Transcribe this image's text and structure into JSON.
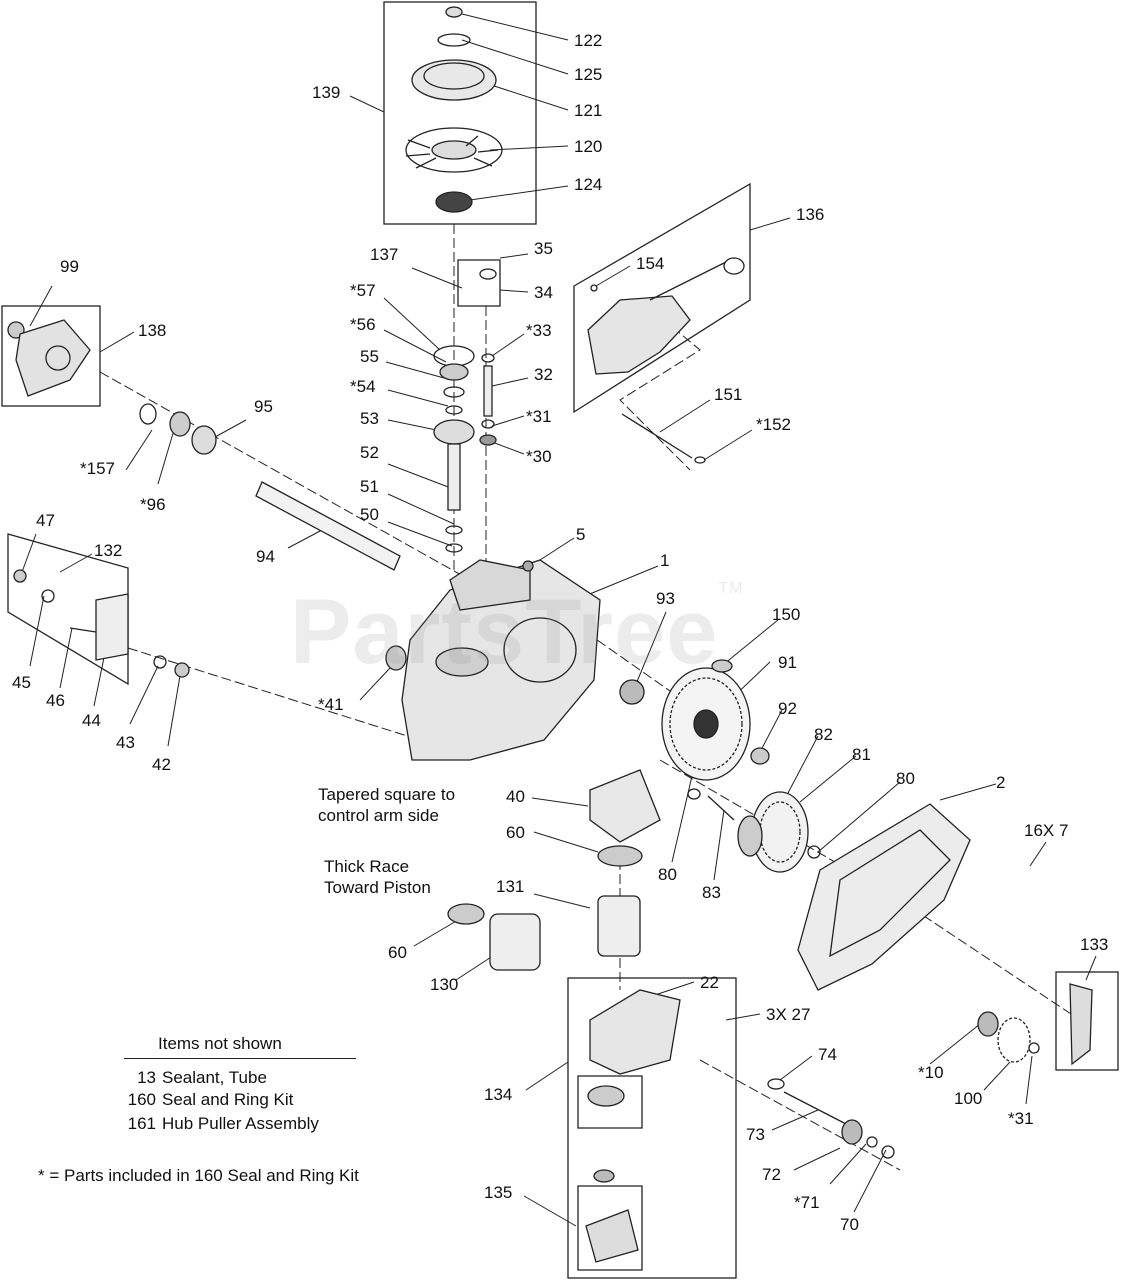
{
  "watermark": {
    "text": "PartsTree",
    "mark": "TM"
  },
  "callouts": {
    "c122": "122",
    "c125": "125",
    "c121": "121",
    "c120": "120",
    "c124": "124",
    "c139": "139",
    "c136": "136",
    "c137": "137",
    "c35": "35",
    "c34": "34",
    "c154": "154",
    "c99": "99",
    "c138": "138",
    "c57": "*57",
    "c56": "*56",
    "c55": "55",
    "c54": "*54",
    "c53": "53",
    "c33": "*33",
    "c32": "32",
    "c31a": "*31",
    "c30": "*30",
    "c151": "151",
    "c152": "*152",
    "c95": "95",
    "c157": "*157",
    "c96": "*96",
    "c52": "52",
    "c51": "51",
    "c50": "50",
    "c94": "94",
    "c5": "5",
    "c1": "1",
    "c47": "47",
    "c132": "132",
    "c93": "93",
    "c150": "150",
    "c91": "91",
    "c45": "45",
    "c46": "46",
    "c44": "44",
    "c43": "43",
    "c42": "42",
    "c41": "*41",
    "c92": "92",
    "c82": "82",
    "c81": "81",
    "c80a": "80",
    "c2": "2",
    "c40": "40",
    "c60a": "60",
    "c80b": "80",
    "c83": "83",
    "c16x7": "16X 7",
    "c131": "131",
    "c60b": "60",
    "c130": "130",
    "c22": "22",
    "c133": "133",
    "c3x27": "3X  27",
    "c74": "74",
    "c134": "134",
    "c10": "*10",
    "c100": "100",
    "c31b": "*31",
    "c73": "73",
    "c72": "72",
    "c71": "*71",
    "c70": "70",
    "c135": "135"
  },
  "notes": {
    "tapered": "Tapered square to\ncontrol arm side",
    "thick_race": "Thick Race\nToward Piston"
  },
  "legend": {
    "title": "Items not shown",
    "items": [
      {
        "num": "13",
        "desc": "Sealant, Tube"
      },
      {
        "num": "160",
        "desc": "Seal and Ring Kit"
      },
      {
        "num": "161",
        "desc": "Hub Puller Assembly"
      }
    ]
  },
  "footnote": "* = Parts included in 160 Seal and Ring Kit"
}
